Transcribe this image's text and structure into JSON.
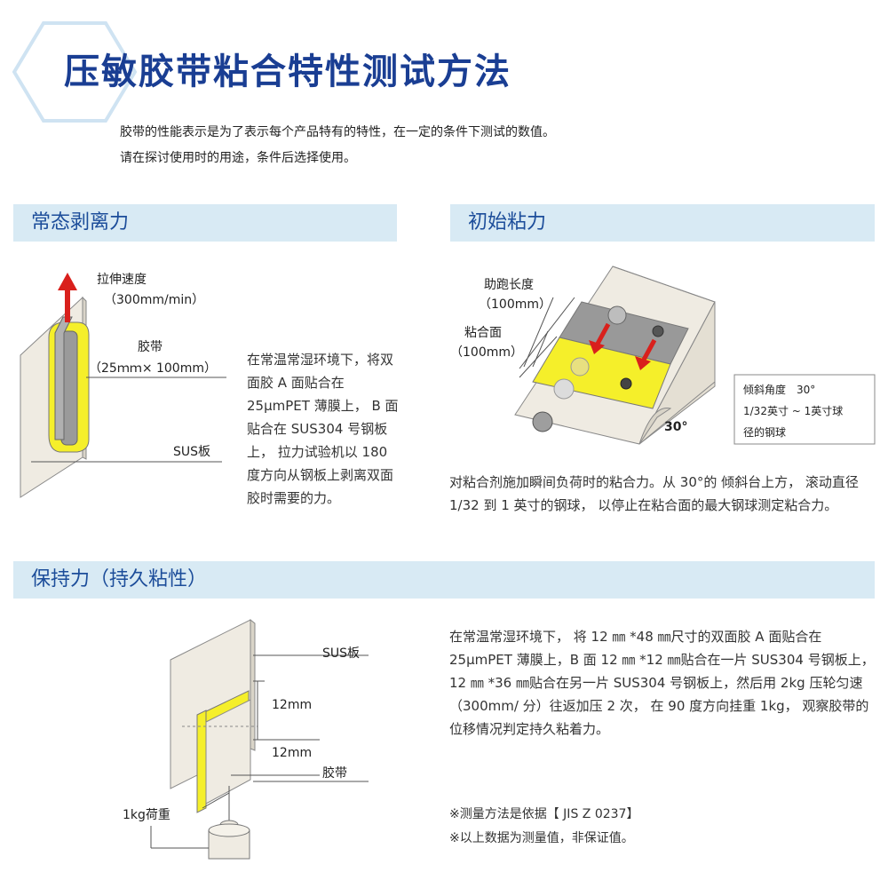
{
  "colors": {
    "title_blue": "#1a3e93",
    "section_bg": "#d8eaf4",
    "tape_yellow": "#f5ef2a",
    "arrow_red": "#d9201c",
    "plate_beige": "#efebe2"
  },
  "title": "压敏胶带粘合特性测试方法",
  "intro": [
    "胶带的性能表示是为了表示每个产品特有的特性，在一定的条件下测试的数值。",
    "请在探讨使用时的用途，条件后选择使用。"
  ],
  "peel": {
    "heading": "常态剥离力",
    "speed_label": "拉伸速度",
    "speed_value": "（300mm/min）",
    "tape_label": "胶带",
    "tape_size": "（25ｍｍ× 100mm）",
    "plate_label": "SUS板",
    "description": "在常温常湿环境下，将双面胶 A 面贴合在 25μmPET 薄膜上， B 面贴合在 SUS304 号钢板上， 拉力试验机以 180 度方向从钢板上剥离双面胶时需要的力。"
  },
  "tack": {
    "heading": "初始粘力",
    "runway_label": "助跑长度",
    "runway_value": "（100mm）",
    "adhesion_label": "粘合面",
    "adhesion_value": "（100mm）",
    "angle_label": "30°",
    "info_box": [
      "倾斜角度　30°",
      "1/32英寸 ~ 1英寸球",
      "径的钢球"
    ],
    "description": "对粘合剂施加瞬间负荷时的粘合力。从 30°的 倾斜台上方， 滚动直径 1/32 到 1 英寸的钢球， 以停止在粘合面的最大钢球测定粘合力。"
  },
  "holding": {
    "heading": "保持力（持久粘性）",
    "plate_label": "SUS板",
    "dim1": "12mm",
    "dim2": "12mm",
    "tape_label": "胶带",
    "weight_label": "1kg荷重",
    "description": "在常温常湿环境下， 将 12 ㎜ *48 ㎜尺寸的双面胶 A 面贴合在 25μmPET 薄膜上，B 面 12 ㎜ *12 ㎜贴合在一片 SUS304 号钢板上，12 ㎜ *36 ㎜贴合在另一片 SUS304 号钢板上，然后用 2kg 压轮匀速（300mm/ 分）往返加压 2 次， 在 90 度方向挂重 1kg， 观察胶带的位移情况判定持久粘着力。"
  },
  "notes": [
    "※测量方法是依据【 JIS Z 0237】",
    "※以上数据为测量值，非保证值。"
  ]
}
